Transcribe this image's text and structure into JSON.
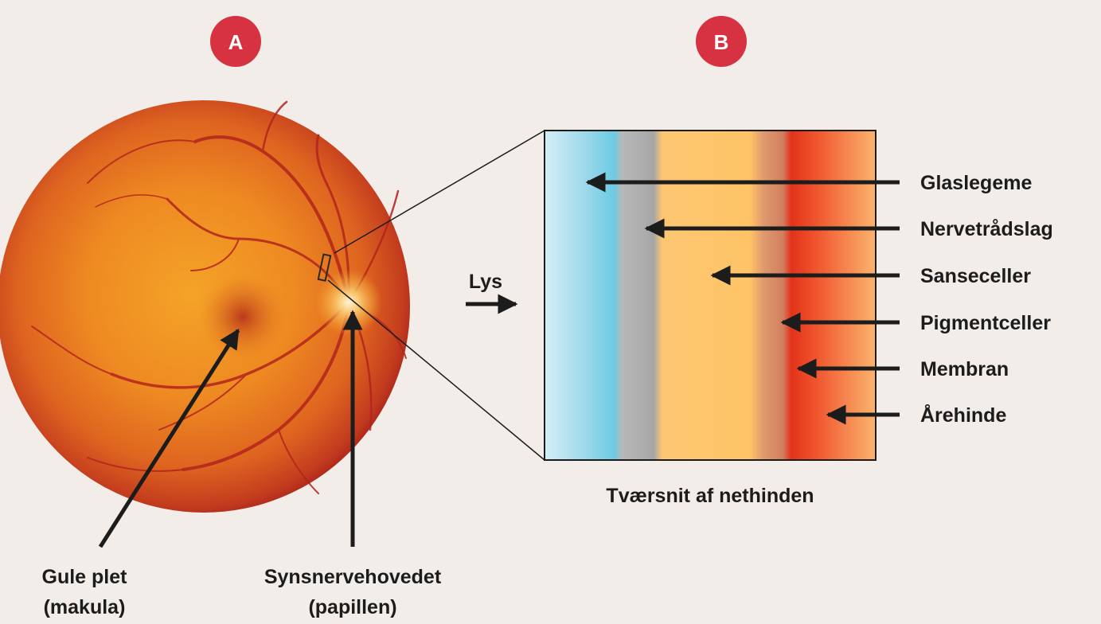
{
  "badges": {
    "a": "A",
    "b": "B"
  },
  "light": {
    "label": "Lys"
  },
  "cross_section": {
    "caption": "Tværsnit af nethinden",
    "layers": [
      {
        "label": "Glaslegeme",
        "color": "#7ccde4"
      },
      {
        "label": "Nervetrådslag",
        "color": "#acacac"
      },
      {
        "label": "Sanseceller",
        "color": "#fdc66b"
      },
      {
        "label": "Pigmentceller",
        "color": "#d8906a"
      },
      {
        "label": "Membran",
        "color": "#d8311c"
      },
      {
        "label": "Årehinde",
        "color": "#f59257"
      }
    ]
  },
  "fundus": {
    "macula_label": [
      "Gule plet",
      "(makula)"
    ],
    "optic_disc_label": [
      "Synsnervehovedet",
      "(papillen)"
    ]
  },
  "colors": {
    "badge": "#d63241",
    "background": "#f2ede9",
    "fundus_center": "#f4a024",
    "fundus_edge": "#a8201c",
    "vessel": "#b4241c"
  }
}
